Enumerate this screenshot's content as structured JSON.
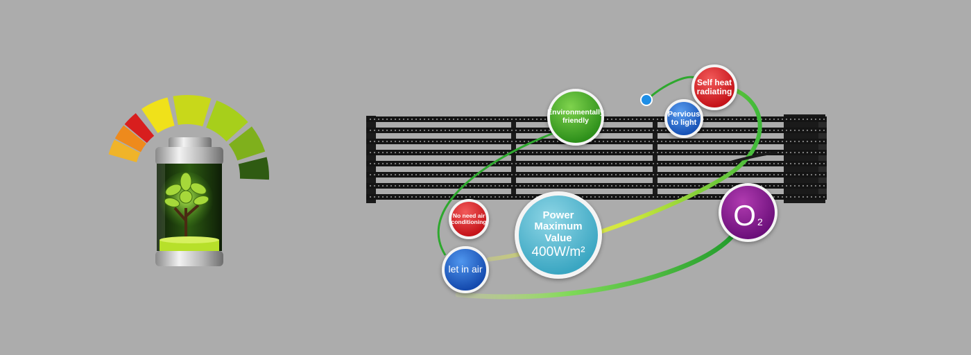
{
  "colors": {
    "background": "#acacac",
    "gauge": [
      "#f0b429",
      "#ee8a1c",
      "#d81e1e",
      "#f0e11a",
      "#c8d81a",
      "#a7cf1b",
      "#7fb01c",
      "#2f5b12"
    ],
    "panel": "#1a1a1a",
    "path_green": "#2ea82e"
  },
  "icons": {
    "battery": "battery-leaf-icon",
    "gauge": "energy-gauge-icon",
    "panel": "led-mesh-panel",
    "dot": "blue-dot-icon"
  },
  "badges": {
    "environment": [
      "Environmentally",
      "friendly"
    ],
    "heat": [
      "Self heat",
      "radiating"
    ],
    "light": [
      "Pervious",
      "to light"
    ],
    "no_air": [
      "No need air",
      "conditioning"
    ],
    "let_air": "let in air",
    "power": {
      "lines": [
        "Power",
        "Maximum",
        "Value"
      ],
      "value": "400W/m²"
    },
    "oxygen": {
      "symbol": "O",
      "subscript": "2"
    }
  }
}
